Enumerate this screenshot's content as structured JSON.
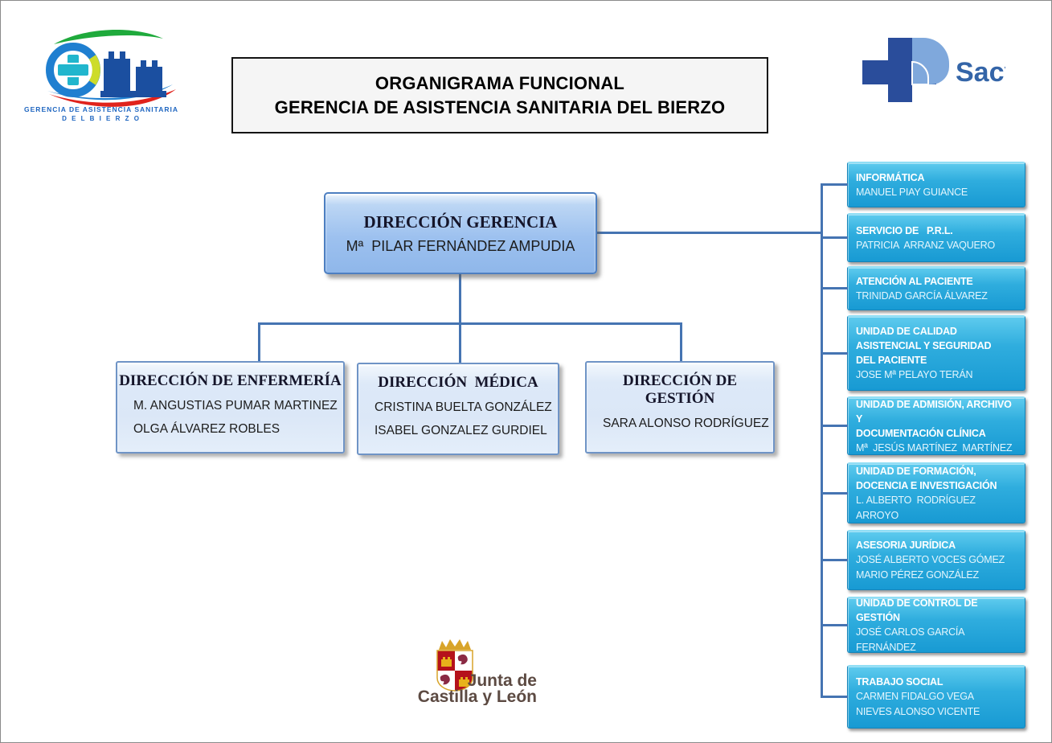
{
  "header": {
    "title_line1": "ORGANIGRAMA FUNCIONAL",
    "title_line2": "GERENCIA DE ASISTENCIA SANITARIA DEL BIERZO"
  },
  "logos": {
    "bierzo": {
      "line1": "GERENCIA DE ASISTENCIA SANITARIA",
      "line2": "D E L   B I E R Z O"
    },
    "sacyl": {
      "label": "Sacyl"
    },
    "junta": {
      "line1": "Junta de",
      "line2": "Castilla y León"
    }
  },
  "org": {
    "root": {
      "title": "DIRECCIÓN GERENCIA",
      "names": [
        "Mª  PILAR FERNÁNDEZ AMPUDIA"
      ]
    },
    "directions": [
      {
        "title": "DIRECCIÓN DE ENFERMERÍA",
        "names": [
          "M. ANGUSTIAS PUMAR MARTINEZ",
          "OLGA ÁLVAREZ ROBLES"
        ]
      },
      {
        "title": "DIRECCIÓN  MÉDICA",
        "names": [
          "CRISTINA BUELTA GONZÁLEZ",
          "ISABEL GONZALEZ GURDIEL"
        ]
      },
      {
        "title": "DIRECCIÓN DE GESTIÓN",
        "names": [
          "SARA ALONSO RODRÍGUEZ"
        ]
      }
    ],
    "units": [
      {
        "title": "INFORMÁTICA",
        "names": [
          "MANUEL PIAY GUIANCE"
        ]
      },
      {
        "title": "SERVICIO DE   P.R.L.",
        "names": [
          "PATRICIA  ARRANZ VAQUERO"
        ]
      },
      {
        "title": "ATENCIÓN AL PACIENTE",
        "names": [
          "TRINIDAD GARCÍA ÁLVAREZ"
        ]
      },
      {
        "title": "UNIDAD DE CALIDAD\nASISTENCIAL Y SEGURIDAD\nDEL PACIENTE",
        "names": [
          "JOSE Mª PELAYO TERÁN"
        ]
      },
      {
        "title": "UNIDAD DE ADMISIÓN, ARCHIVO Y\nDOCUMENTACIÓN CLÍNICA",
        "names": [
          "Mª  JESÚS MARTÍNEZ  MARTÍNEZ"
        ]
      },
      {
        "title": "UNIDAD DE FORMACIÓN,\nDOCENCIA E INVESTIGACIÓN",
        "names": [
          "L. ALBERTO  RODRÍGUEZ ARROYO"
        ]
      },
      {
        "title": "ASESORIA JURÍDICA",
        "names": [
          "JOSÉ ALBERTO VOCES GÓMEZ",
          "MARIO PÉREZ GONZÁLEZ"
        ]
      },
      {
        "title": "UNIDAD DE CONTROL DE GESTIÓN",
        "names": [
          "JOSÉ CARLOS GARCÍA FERNÁNDEZ"
        ]
      },
      {
        "title": "TRABAJO SOCIAL",
        "names": [
          "CARMEN FIDALGO VEGA",
          "NIEVES ALONSO VICENTE"
        ]
      }
    ]
  },
  "colors": {
    "unit_box_cyan": "#29a7dd",
    "root_box_blue": "#9dc1ef",
    "direction_box_blue": "#dde9f8",
    "connector_blue": "#4574b2",
    "sacyl_blue": "#2a4d9b",
    "sacyl_light_blue": "#7fa8dc",
    "junta_text_brown": "#5c4a42",
    "junta_red": "#b5121b",
    "junta_gold": "#d8a429"
  }
}
